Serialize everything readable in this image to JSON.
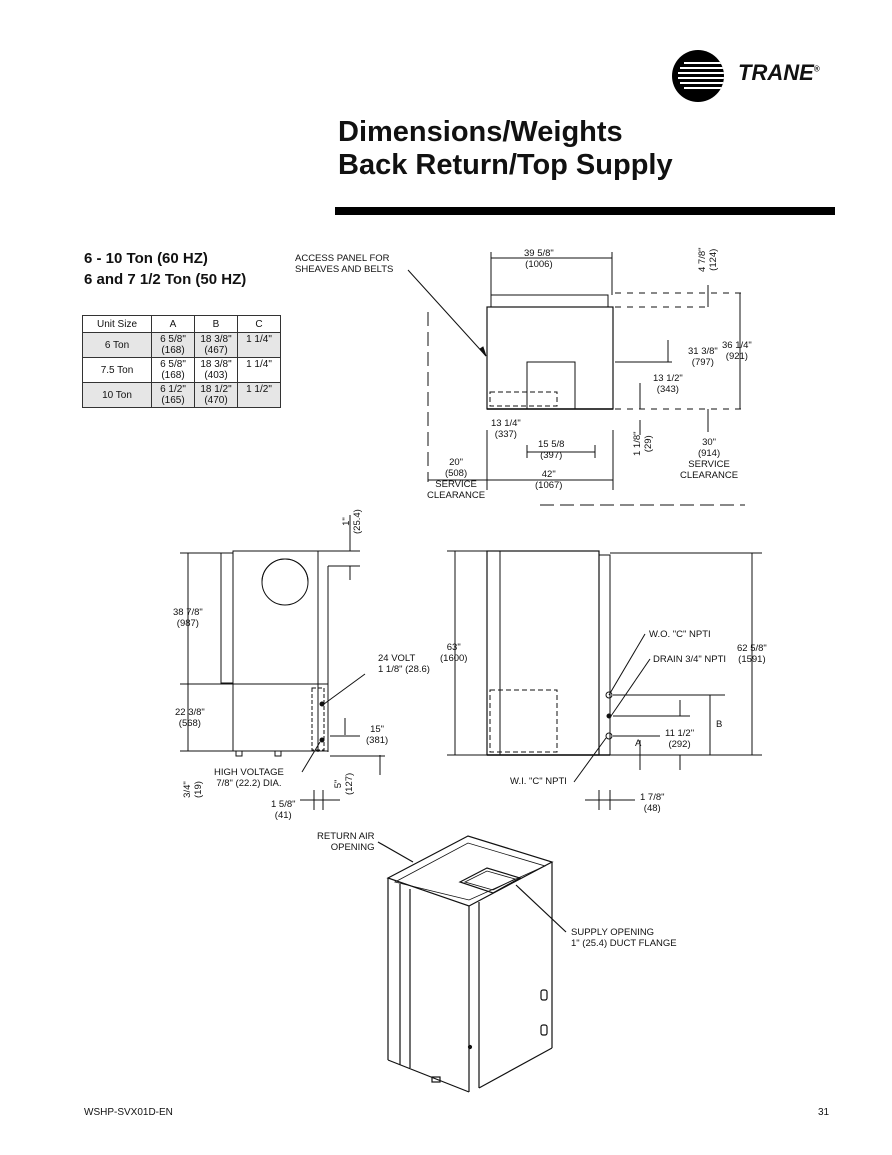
{
  "brand": {
    "name": "TRANE",
    "reg": "®"
  },
  "title": {
    "line1": "Dimensions/Weights",
    "line2": "Back Return/Top Supply"
  },
  "subtitle": {
    "line1": "6 - 10 Ton (60 HZ)",
    "line2": "6 and 7 1/2 Ton (50 HZ)"
  },
  "table": {
    "headers": [
      "Unit Size",
      "A",
      "B",
      "C"
    ],
    "rows": [
      {
        "size": "6 Ton",
        "a1": "6 5/8\"",
        "a2": "(168)",
        "b1": "18 3/8\"",
        "b2": "(467)",
        "c": "1 1/4\""
      },
      {
        "size": "7.5 Ton",
        "a1": "6 5/8\"",
        "a2": "(168)",
        "b1": "18 3/8\"",
        "b2": "(403)",
        "c": "1 1/4\""
      },
      {
        "size": "10 Ton",
        "a1": "6 1/2\"",
        "a2": "(165)",
        "b1": "18 1/2\"",
        "b2": "(470)",
        "c": "1 1/2\""
      }
    ]
  },
  "top_view": {
    "access_panel": "ACCESS PANEL FOR",
    "access_panel2": "SHEAVES AND BELTS",
    "w1": "39 5/8\"",
    "w1m": "(1006)",
    "h_top": "4 7/8\"",
    "h_topm": "(124)",
    "h1": "31 3/8\"",
    "h1m": "(797)",
    "h2": "36 1/4\"",
    "h2m": "(921)",
    "h3": "13 1/2\"",
    "h3m": "(343)",
    "d1": "13 1/4\"",
    "d1m": "(337)",
    "d2": "15 5/8",
    "d2m": "(397)",
    "d3": "42\"",
    "d3m": "(1067)",
    "d4": "1 1/8\"",
    "d4m": "(29)",
    "sc_left1": "20\"",
    "sc_left2": "(508)",
    "sc_left3": "SERVICE",
    "sc_left4": "CLEARANCE",
    "sc_right1": "30\"",
    "sc_right2": "(914)",
    "sc_right3": "SERVICE",
    "sc_right4": "CLEARANCE"
  },
  "side_view": {
    "top_gap": "1\"",
    "top_gapm": "(25.4)",
    "h1": "38 7/8\"",
    "h1m": "(987)",
    "h2": "22 3/8\"",
    "h2m": "(568)",
    "volt": "24 VOLT",
    "volt2": "1 1/8\" (28.6)",
    "h3": "15\"",
    "h3m": "(381)",
    "hv1": "HIGH VOLTAGE",
    "hv2": "7/8\" (22.2) DIA.",
    "b1": "3/4\"",
    "b1m": "(19)",
    "b2": "5\"",
    "b2m": "(127)",
    "w1": "1 5/8\"",
    "w1m": "(41)"
  },
  "front_view": {
    "h1": "63\"",
    "h1m": "(1600)",
    "h2": "62 5/8\"",
    "h2m": "(1591)",
    "wo": "W.O. \"C\" NPTI",
    "drain": "DRAIN 3/4\" NPTI",
    "b": "B",
    "a": "A",
    "d1": "11 1/2\"",
    "d1m": "(292)",
    "wi": "W.I. \"C\" NPTI",
    "w1": "1 7/8\"",
    "w1m": "(48)"
  },
  "iso_view": {
    "return1": "RETURN AIR",
    "return2": "OPENING",
    "supply1": "SUPPLY OPENING",
    "supply2": "1\" (25.4) DUCT FLANGE"
  },
  "footer": {
    "doc": "WSHP-SVX01D-EN",
    "page": "31"
  }
}
